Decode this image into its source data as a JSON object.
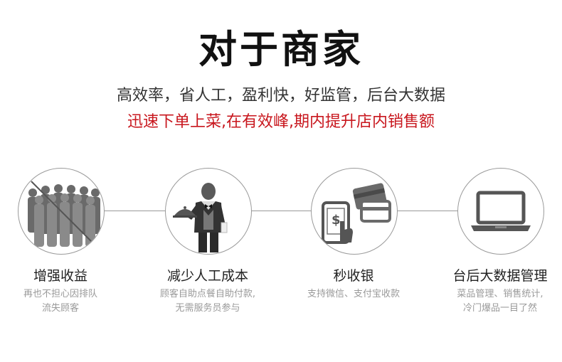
{
  "header": {
    "title": "对于商家",
    "subtitle": "高效率，省人工，盈利快，好监管，后台大数据",
    "highlight": "迅速下单上菜,在有效峰,期内提升店内销售额"
  },
  "features": [
    {
      "icon": "crowd-crossed-icon",
      "title": "增强收益",
      "desc": [
        "再也不担心因排队",
        "流失顾客"
      ]
    },
    {
      "icon": "waiter-icon",
      "title": "减少人工成本",
      "desc": [
        "顾客自助点餐自助付款,",
        "无需服务员参与"
      ]
    },
    {
      "icon": "mobile-payment-icon",
      "title": "秒收银",
      "desc": [
        "支持微信、支付宝收款"
      ]
    },
    {
      "icon": "laptop-icon",
      "title": "台后大数据管理",
      "desc": [
        "菜品管理、销售统计,",
        "冷门爆品一目了然"
      ]
    }
  ],
  "colors": {
    "accent_red": "#c8161d",
    "icon_gray": "#666666",
    "line_gray": "#9a9a9a"
  }
}
